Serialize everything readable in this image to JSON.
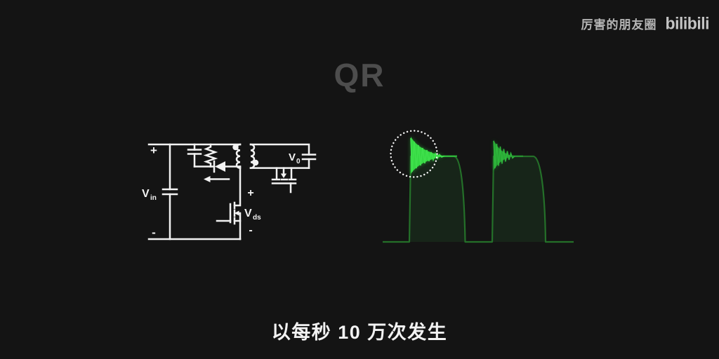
{
  "header": {
    "watermark": "厉害的朋友圈",
    "logo_text": "bilibili"
  },
  "title": "QR",
  "caption": "以每秒 10 万次发生",
  "schematic": {
    "labels": {
      "input_plus": "+",
      "input_minus": "-",
      "vin_main": "V",
      "vin_sub": "in",
      "vout_main": "V",
      "vout_sub": "0",
      "vds_main": "V",
      "vds_sub": "ds",
      "vds_plus": "+",
      "vds_minus": "-"
    }
  },
  "colors": {
    "background": "#141414",
    "circuit_white": "#f2f2f2",
    "trace_green": "#247029",
    "ringing_green_bright": "#36d843",
    "ringing_green_dim": "#28a334",
    "title_gray": "#4d4d4d",
    "watermark_gray": "#b5b5b5",
    "caption_white": "#f2f2f2",
    "highlight_circle_white": "#f5f5f5"
  }
}
